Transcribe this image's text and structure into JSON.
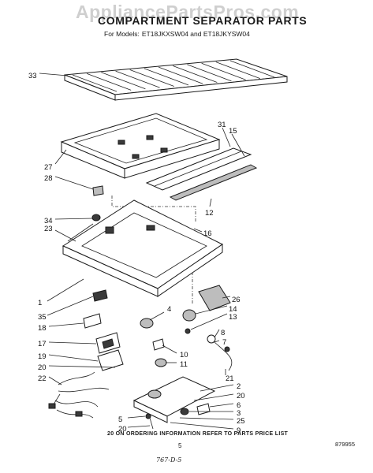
{
  "header": {
    "watermark": "AppliancePartsPros.com",
    "title": "COMPARTMENT SEPARATOR PARTS",
    "models_prefix": "For Models:",
    "models": "ET18JKXSW04 and ET18JKYSW04"
  },
  "callouts": [
    "33",
    "31",
    "15",
    "27",
    "28",
    "12",
    "34",
    "23",
    "16",
    "1",
    "26",
    "35",
    "14",
    "13",
    "4",
    "18",
    "17",
    "8",
    "7",
    "10",
    "19",
    "11",
    "20",
    "22",
    "21",
    "2",
    "20",
    "6",
    "5",
    "3",
    "20",
    "25",
    "9"
  ],
  "footer": {
    "note": "20 ON ORDERING INFORMATION REFER TO PARTS PRICE LIST",
    "page_number": "5",
    "part_code": "879955",
    "handwritten": "767-D-5"
  }
}
